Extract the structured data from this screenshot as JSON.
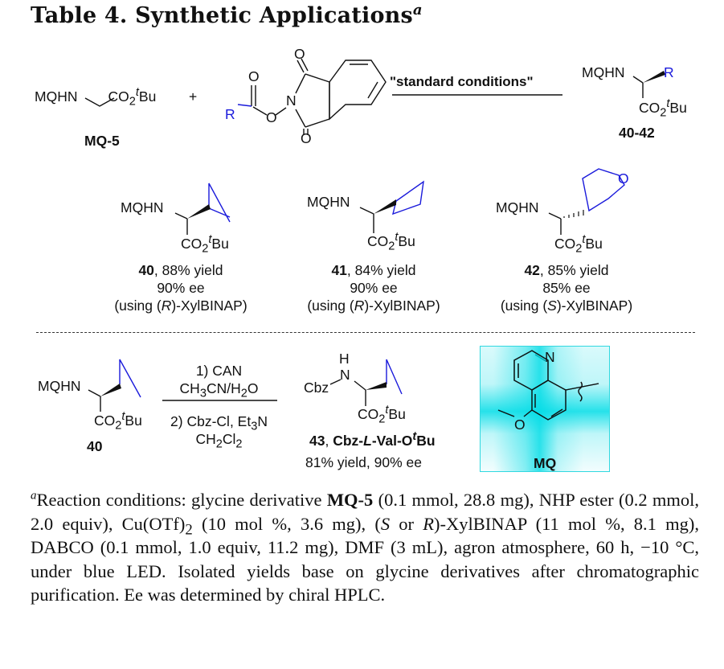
{
  "title": {
    "prefix": "Table 4. Synthetic Applications",
    "footnote_mark": "a"
  },
  "scheme_top": {
    "reagent1": {
      "left": "MQHN",
      "right": "CO",
      "sub": "2",
      "sup": "t",
      "tail": "Bu",
      "label": "MQ-5"
    },
    "plus": "+",
    "reagent2": {
      "r": "R",
      "o_labels": [
        "O",
        "O",
        "O",
        "O"
      ],
      "n": "N"
    },
    "arrow_label": "\"standard conditions\"",
    "product": {
      "amine": "MQHN",
      "r": "R",
      "ester": "CO",
      "sub": "2",
      "sup": "t",
      "tail": "Bu",
      "label": "40-42"
    }
  },
  "products": [
    {
      "amine": "MQHN",
      "ester": "CO",
      "sub": "2",
      "sup": "t",
      "tail": "Bu",
      "id": "40",
      "yield": ", 88% yield",
      "ee": "90% ee",
      "cond_pre": "(using (",
      "cond_cfg": "R",
      "cond_post": ")-XylBINAP)"
    },
    {
      "amine": "MQHN",
      "ester": "CO",
      "sub": "2",
      "sup": "t",
      "tail": "Bu",
      "id": "41",
      "yield": ", 84% yield",
      "ee": "90% ee",
      "cond_pre": "(using (",
      "cond_cfg": "R",
      "cond_post": ")-XylBINAP)"
    },
    {
      "amine": "MQHN",
      "ester": "CO",
      "sub": "2",
      "sup": "t",
      "tail": "Bu",
      "id": "42",
      "yield": ", 85% yield",
      "ee": "85% ee",
      "cond_pre": "(using (",
      "cond_cfg": "S",
      "cond_post": ")-XylBINAP)",
      "ring_o": "O"
    }
  ],
  "scheme_bottom": {
    "start": {
      "amine": "MQHN",
      "ester": "CO",
      "sub": "2",
      "sup": "t",
      "tail": "Bu",
      "label": "40"
    },
    "step1": {
      "line1": "1) CAN",
      "line2_a": "CH",
      "line2_sub1": "3",
      "line2_b": "CN/H",
      "line2_sub2": "2",
      "line2_c": "O"
    },
    "step2": {
      "line1_a": "2) Cbz-Cl, Et",
      "line1_sub": "3",
      "line1_b": "N",
      "line2_a": "CH",
      "line2_sub1": "2",
      "line2_b": "Cl",
      "line2_sub2": "2"
    },
    "product": {
      "h": "H",
      "n": "N",
      "cbz": "Cbz",
      "ester": "CO",
      "sub": "2",
      "sup": "t",
      "tail": "Bu",
      "id": "43",
      "name_a": "Cbz-",
      "name_l": "L",
      "name_b": "-Val-O",
      "name_sup": "t",
      "name_c": "Bu",
      "result": "81% yield, 90% ee"
    },
    "mq_box": {
      "n": "N",
      "o": "O",
      "label": "MQ",
      "highlight_color": "#00dce6"
    }
  },
  "footnote": {
    "mark": "a",
    "t1": "Reaction conditions: glycine derivative ",
    "b1": "MQ-5",
    "t2": " (0.1 mmol, 28.8 mg), NHP ester (0.2 mmol, 2.0 equiv), Cu(OTf)",
    "sub1": "2",
    "t3": " (10 mol %, 3.6 mg), (",
    "i1": "S",
    "t4": " or ",
    "i2": "R",
    "t5": ")-XylBINAP (11 mol %, 8.1 mg), DABCO (0.1 mmol, 1.0 equiv, 11.2 mg), DMF (3 mL), agron atmosphere, 60 h, −10 °C, under blue LED. Isolated yields base on glycine derivatives after chromatographic purification. Ee was determined by chiral HPLC."
  },
  "colors": {
    "substituent": "#1a1adb",
    "text": "#111111",
    "highlight": "#00dce6"
  }
}
